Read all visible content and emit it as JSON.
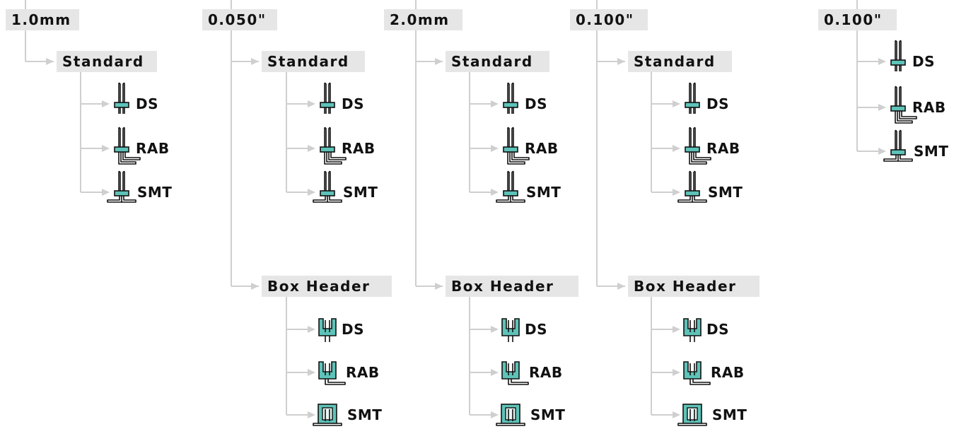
{
  "colors": {
    "connector_line": "#cfcfcf",
    "label_background": "#e6e6e6",
    "connector_body": "#5ec3b9",
    "outline": "#111111"
  },
  "columns": [
    {
      "pitch": "1.0mm",
      "groups": [
        {
          "type": "Standard",
          "items": [
            {
              "label": "DS",
              "icon": "ds-pin-header-icon"
            },
            {
              "label": "RAB",
              "icon": "rab-pin-header-icon"
            },
            {
              "label": "SMT",
              "icon": "smt-pin-header-icon"
            }
          ]
        }
      ]
    },
    {
      "pitch": "0.050\"",
      "groups": [
        {
          "type": "Standard",
          "items": [
            {
              "label": "DS",
              "icon": "ds-pin-header-icon"
            },
            {
              "label": "RAB",
              "icon": "rab-pin-header-icon"
            },
            {
              "label": "SMT",
              "icon": "smt-pin-header-icon"
            }
          ]
        },
        {
          "type": "Box Header",
          "items": [
            {
              "label": "DS",
              "icon": "ds-box-header-icon"
            },
            {
              "label": "RAB",
              "icon": "rab-box-header-icon"
            },
            {
              "label": "SMT",
              "icon": "smt-box-header-icon"
            }
          ]
        }
      ]
    },
    {
      "pitch": "2.0mm",
      "groups": [
        {
          "type": "Standard",
          "items": [
            {
              "label": "DS",
              "icon": "ds-pin-header-icon"
            },
            {
              "label": "RAB",
              "icon": "rab-pin-header-icon"
            },
            {
              "label": "SMT",
              "icon": "smt-pin-header-icon"
            }
          ]
        },
        {
          "type": "Box Header",
          "items": [
            {
              "label": "DS",
              "icon": "ds-box-header-icon"
            },
            {
              "label": "RAB",
              "icon": "rab-box-header-icon"
            },
            {
              "label": "SMT",
              "icon": "smt-box-header-icon"
            }
          ]
        }
      ]
    },
    {
      "pitch": "0.100\"",
      "groups": [
        {
          "type": "Standard",
          "items": [
            {
              "label": "DS",
              "icon": "ds-pin-header-icon"
            },
            {
              "label": "RAB",
              "icon": "rab-pin-header-icon"
            },
            {
              "label": "SMT",
              "icon": "smt-pin-header-icon"
            }
          ]
        },
        {
          "type": "Box Header",
          "items": [
            {
              "label": "DS",
              "icon": "ds-box-header-icon"
            },
            {
              "label": "RAB",
              "icon": "rab-box-header-icon"
            },
            {
              "label": "SMT",
              "icon": "smt-box-header-icon"
            }
          ]
        }
      ]
    },
    {
      "pitch": "0.100\"",
      "groups": [
        {
          "type": "",
          "items": [
            {
              "label": "DS",
              "icon": "ds-pin-header-icon"
            },
            {
              "label": "RAB",
              "icon": "rab-pin-header-icon"
            },
            {
              "label": "SMT",
              "icon": "smt-pin-header-icon"
            }
          ]
        }
      ]
    }
  ]
}
